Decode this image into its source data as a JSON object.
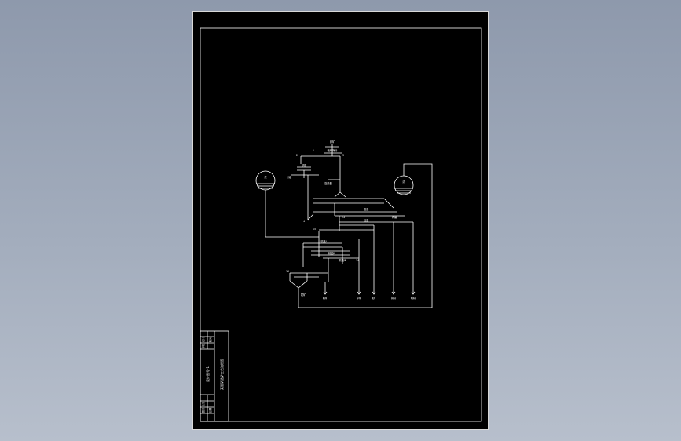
{
  "drawing": {
    "title_block": {
      "title": "某铜矿选矿工艺流程图",
      "drawing_no": "设计图号-1",
      "cells_top": [
        "设计",
        "校对",
        "审核"
      ],
      "cells_bottom": [
        "比例",
        "图号",
        "日期"
      ]
    },
    "equipment": {
      "tank_left": "浓",
      "tank_right": "浓"
    },
    "labels": {
      "feed_top": "原矿",
      "feed_top_sub": "破碎筛分",
      "n1": "1",
      "n2": "2",
      "n3": "3",
      "n4": "4",
      "ball_mill": "球磨",
      "classifier": "分级",
      "cyclone": "旋流器",
      "rougher": "粗选",
      "scavenger": "扫选",
      "cleaner1": "精选Ⅰ",
      "cleaner2": "精选Ⅱ",
      "cleaner3": "精选Ⅲ",
      "regrind": "再磨",
      "n15": "15",
      "n16": "16",
      "n14": "14",
      "n24": "24",
      "out1": "精矿",
      "out2": "中矿",
      "out3": "尾矿",
      "out4": "铜精",
      "out5": "硫精",
      "out6": "尾矿"
    }
  }
}
